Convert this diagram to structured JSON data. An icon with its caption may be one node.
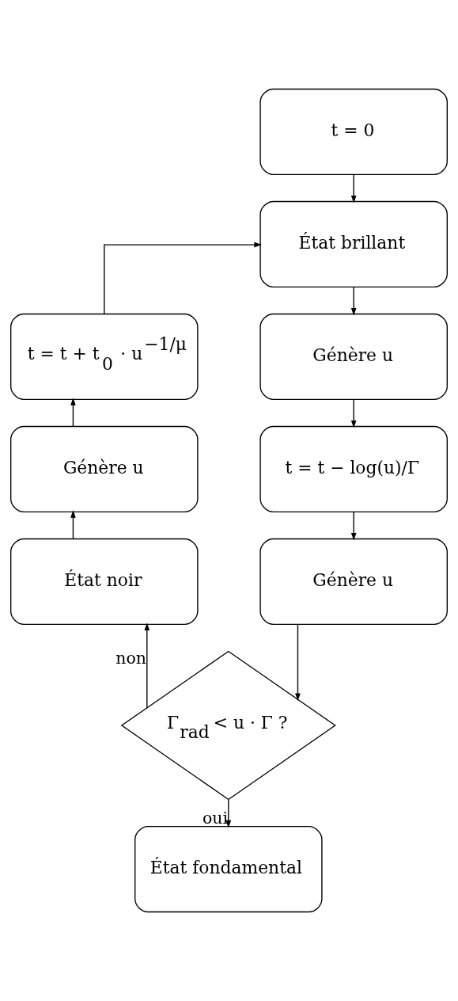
{
  "diagram": {
    "nodes": [
      {
        "text": [
          "t = 0"
        ]
      },
      {
        "text": [
          "État brillant"
        ]
      },
      {
        "text": [
          "Génère u"
        ]
      },
      {
        "text": [
          "t = t − log(u)/Γ"
        ]
      },
      {
        "text": [
          "Génère u"
        ]
      },
      {
        "text": [
          "Γ$_{rad}$ < u · Γ ?"
        ]
      },
      {
        "text": [
          "État fondamental"
        ]
      },
      {
        "text": [
          "État noir"
        ]
      },
      {
        "text": [
          "Génère u"
        ]
      },
      {
        "text": [
          "t = t + t$_{0}$ · u$^{−1/μ}$"
        ]
      }
    ],
    "edges": [
      {
        "from": 0,
        "to": 1,
        "arrow": "to"
      },
      {
        "from": 1,
        "to": 2,
        "arrow": "to"
      },
      {
        "from": 2,
        "to": 3,
        "arrow": "to"
      },
      {
        "from": 3,
        "to": 4,
        "arrow": "to"
      },
      {
        "from": 4,
        "to": 5,
        "arrow": "to"
      },
      {
        "from": 5,
        "to": 6,
        "arrow": "to",
        "label": "oui"
      },
      {
        "from": 5,
        "to": 7,
        "arrow": "to",
        "label": "non"
      },
      {
        "from": 7,
        "to": 8,
        "arrow": "to"
      },
      {
        "from": 8,
        "to": 9,
        "arrow": "to"
      },
      {
        "from": 9,
        "to": 1,
        "arrow": "to"
      }
    ]
  }
}
